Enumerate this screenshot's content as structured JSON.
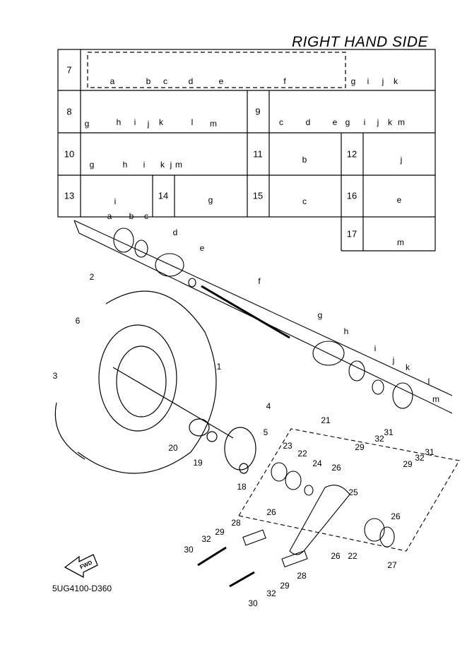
{
  "title": "RIGHT HAND SIDE",
  "diagram_code": "5UG4100-D360",
  "fwd_label": "FWD",
  "table": {
    "row_numbers": [
      "7",
      "8",
      "9",
      "10",
      "11",
      "12",
      "13",
      "14",
      "15",
      "16",
      "17"
    ],
    "r7": [
      "a",
      "b",
      "c",
      "d",
      "e",
      "f",
      "g",
      "i",
      "j",
      "k"
    ],
    "r8": [
      "g",
      "h",
      "i",
      "j",
      "k",
      "l",
      "m"
    ],
    "r9": [
      "c",
      "d",
      "e",
      "g",
      "i",
      "j",
      "k",
      "m"
    ],
    "r10": [
      "g",
      "h",
      "i",
      "k",
      "j",
      "m"
    ],
    "r11": [
      "b"
    ],
    "r12": [
      "j"
    ],
    "r13": [
      "i"
    ],
    "r14": [
      "g"
    ],
    "r15": [
      "c"
    ],
    "r16": [
      "e"
    ],
    "r17": [
      "m"
    ]
  },
  "callouts": {
    "letters": [
      "a",
      "b",
      "c",
      "d",
      "e",
      "f",
      "g",
      "h",
      "i",
      "j",
      "k",
      "l",
      "m"
    ],
    "numbers": [
      "2",
      "6",
      "3",
      "1",
      "4",
      "5",
      "20",
      "19",
      "18",
      "21",
      "23",
      "22",
      "24",
      "29",
      "32",
      "31",
      "26",
      "25",
      "26",
      "26",
      "29",
      "32",
      "31",
      "28",
      "29",
      "32",
      "30",
      "26",
      "22",
      "27",
      "28",
      "29",
      "32",
      "30"
    ]
  }
}
